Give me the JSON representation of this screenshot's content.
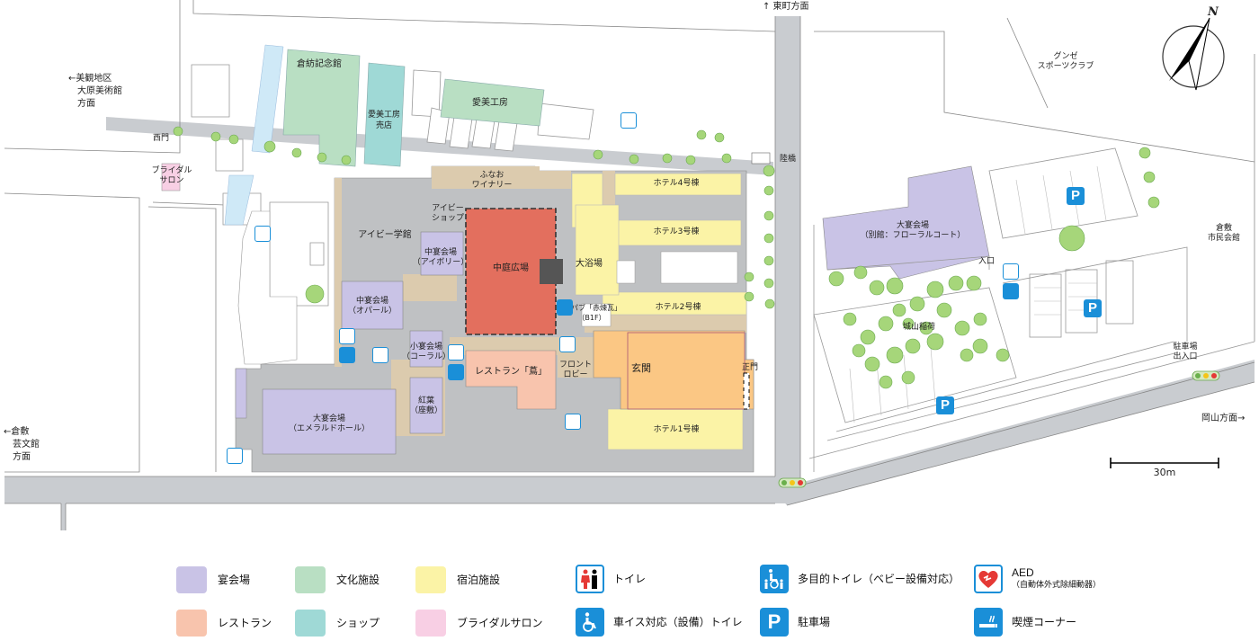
{
  "map": {
    "directions": {
      "higashimachi": "↑ 東町方面",
      "bikan": "←美観地区",
      "ohara": "大原美術館",
      "ohara_dir": "方面",
      "geibunkan1": "←倉敷",
      "geibunkan2": "芸文館",
      "geibunkan3": "方面",
      "okayama": "岡山方面→"
    },
    "labels": {
      "kurabo": "倉紡記念館",
      "aibi_kobo_shop1": "愛美工房",
      "aibi_kobo_shop2": "売店",
      "aibi_kobo": "愛美工房",
      "nishimon": "西門",
      "bridal1": "ブライダル",
      "bridal2": "サロン",
      "funao1": "ふなお",
      "funao2": "ワイナリー",
      "ivy_shop1": "アイビー",
      "ivy_shop2": "ショップ",
      "ivy_gakkan": "アイビー学館",
      "chuen_ivory1": "中宴会場",
      "chuen_ivory2": "（アイボリー）",
      "nakaniwa": "中庭広場",
      "daiyokujo": "大浴場",
      "hotel4": "ホテル4号棟",
      "hotel3": "ホテル3号棟",
      "hotel2": "ホテル2号棟",
      "hotel1": "ホテル1号棟",
      "chuen_opal1": "中宴会場",
      "chuen_opal2": "（オパール）",
      "shoen_coral1": "小宴会場",
      "shoen_coral2": "（コーラル）",
      "pub1": "パブ「赤煉瓦」",
      "pub2": "（B1F）",
      "restaurant": "レストラン「蔦」",
      "front1": "フロント",
      "front2": "ロビー",
      "genkan": "玄関",
      "seimon": "正門",
      "koyo1": "紅葉",
      "koyo2": "（座敷）",
      "daien_emerald1": "大宴会場",
      "daien_emerald2": "（エメラルドホール）",
      "rikkyo": "陸橋",
      "gunze1": "グンゼ",
      "gunze2": "スポーツクラブ",
      "daien_floral1": "大宴会場",
      "daien_floral2": "（別館：フローラルコート）",
      "iriguchi": "入口",
      "shiroyama": "城山稲荷",
      "kurashiki_shimin1": "倉敷",
      "kurashiki_shimin2": "市民会館",
      "parking_gate1": "駐車場",
      "parking_gate2": "出入口",
      "scale": "30m",
      "north": "N",
      "parking_p": "P"
    }
  },
  "legend": [
    {
      "key": "banquet",
      "label": "宴会場",
      "color": "#c9c3e6"
    },
    {
      "key": "culture",
      "label": "文化施設",
      "color": "#b9dfc3"
    },
    {
      "key": "lodging",
      "label": "宿泊施設",
      "color": "#fbf3a6"
    },
    {
      "key": "toilet",
      "label": "トイレ",
      "icon": "toilet-icon"
    },
    {
      "key": "multi_toilet",
      "label": "多目的トイレ（ベビー設備対応）",
      "icon": "multipurpose-toilet-icon"
    },
    {
      "key": "aed",
      "label": "AED",
      "sublabel": "（自動体外式除細動器）",
      "icon": "aed-icon"
    },
    {
      "key": "restaurant",
      "label": "レストラン",
      "color": "#f8c4ad"
    },
    {
      "key": "shop",
      "label": "ショップ",
      "color": "#9fd9d6"
    },
    {
      "key": "bridal",
      "label": "ブライダルサロン",
      "color": "#f8cfe4"
    },
    {
      "key": "wheelchair",
      "label": "車イス対応（設備）トイレ",
      "icon": "wheelchair-icon"
    },
    {
      "key": "parking",
      "label": "駐車場",
      "icon": "parking-icon",
      "glyph": "P"
    },
    {
      "key": "smoking",
      "label": "喫煙コーナー",
      "icon": "smoking-icon"
    }
  ],
  "colors": {
    "road": "#c9ccd0",
    "building_gray": "#bfc1c3",
    "banquet": "#c9c3e6",
    "culture": "#b9dfc3",
    "lodging": "#fbf3a6",
    "restaurant": "#f8c4ad",
    "shop": "#9fd9d6",
    "bridal": "#f8cfe4",
    "plaza_brick": "#e36f5e",
    "lobby_orange": "#fbc784",
    "tree": "#a6d67a",
    "icon_blue": "#1a8fd8",
    "corridor": "#dccbae"
  }
}
